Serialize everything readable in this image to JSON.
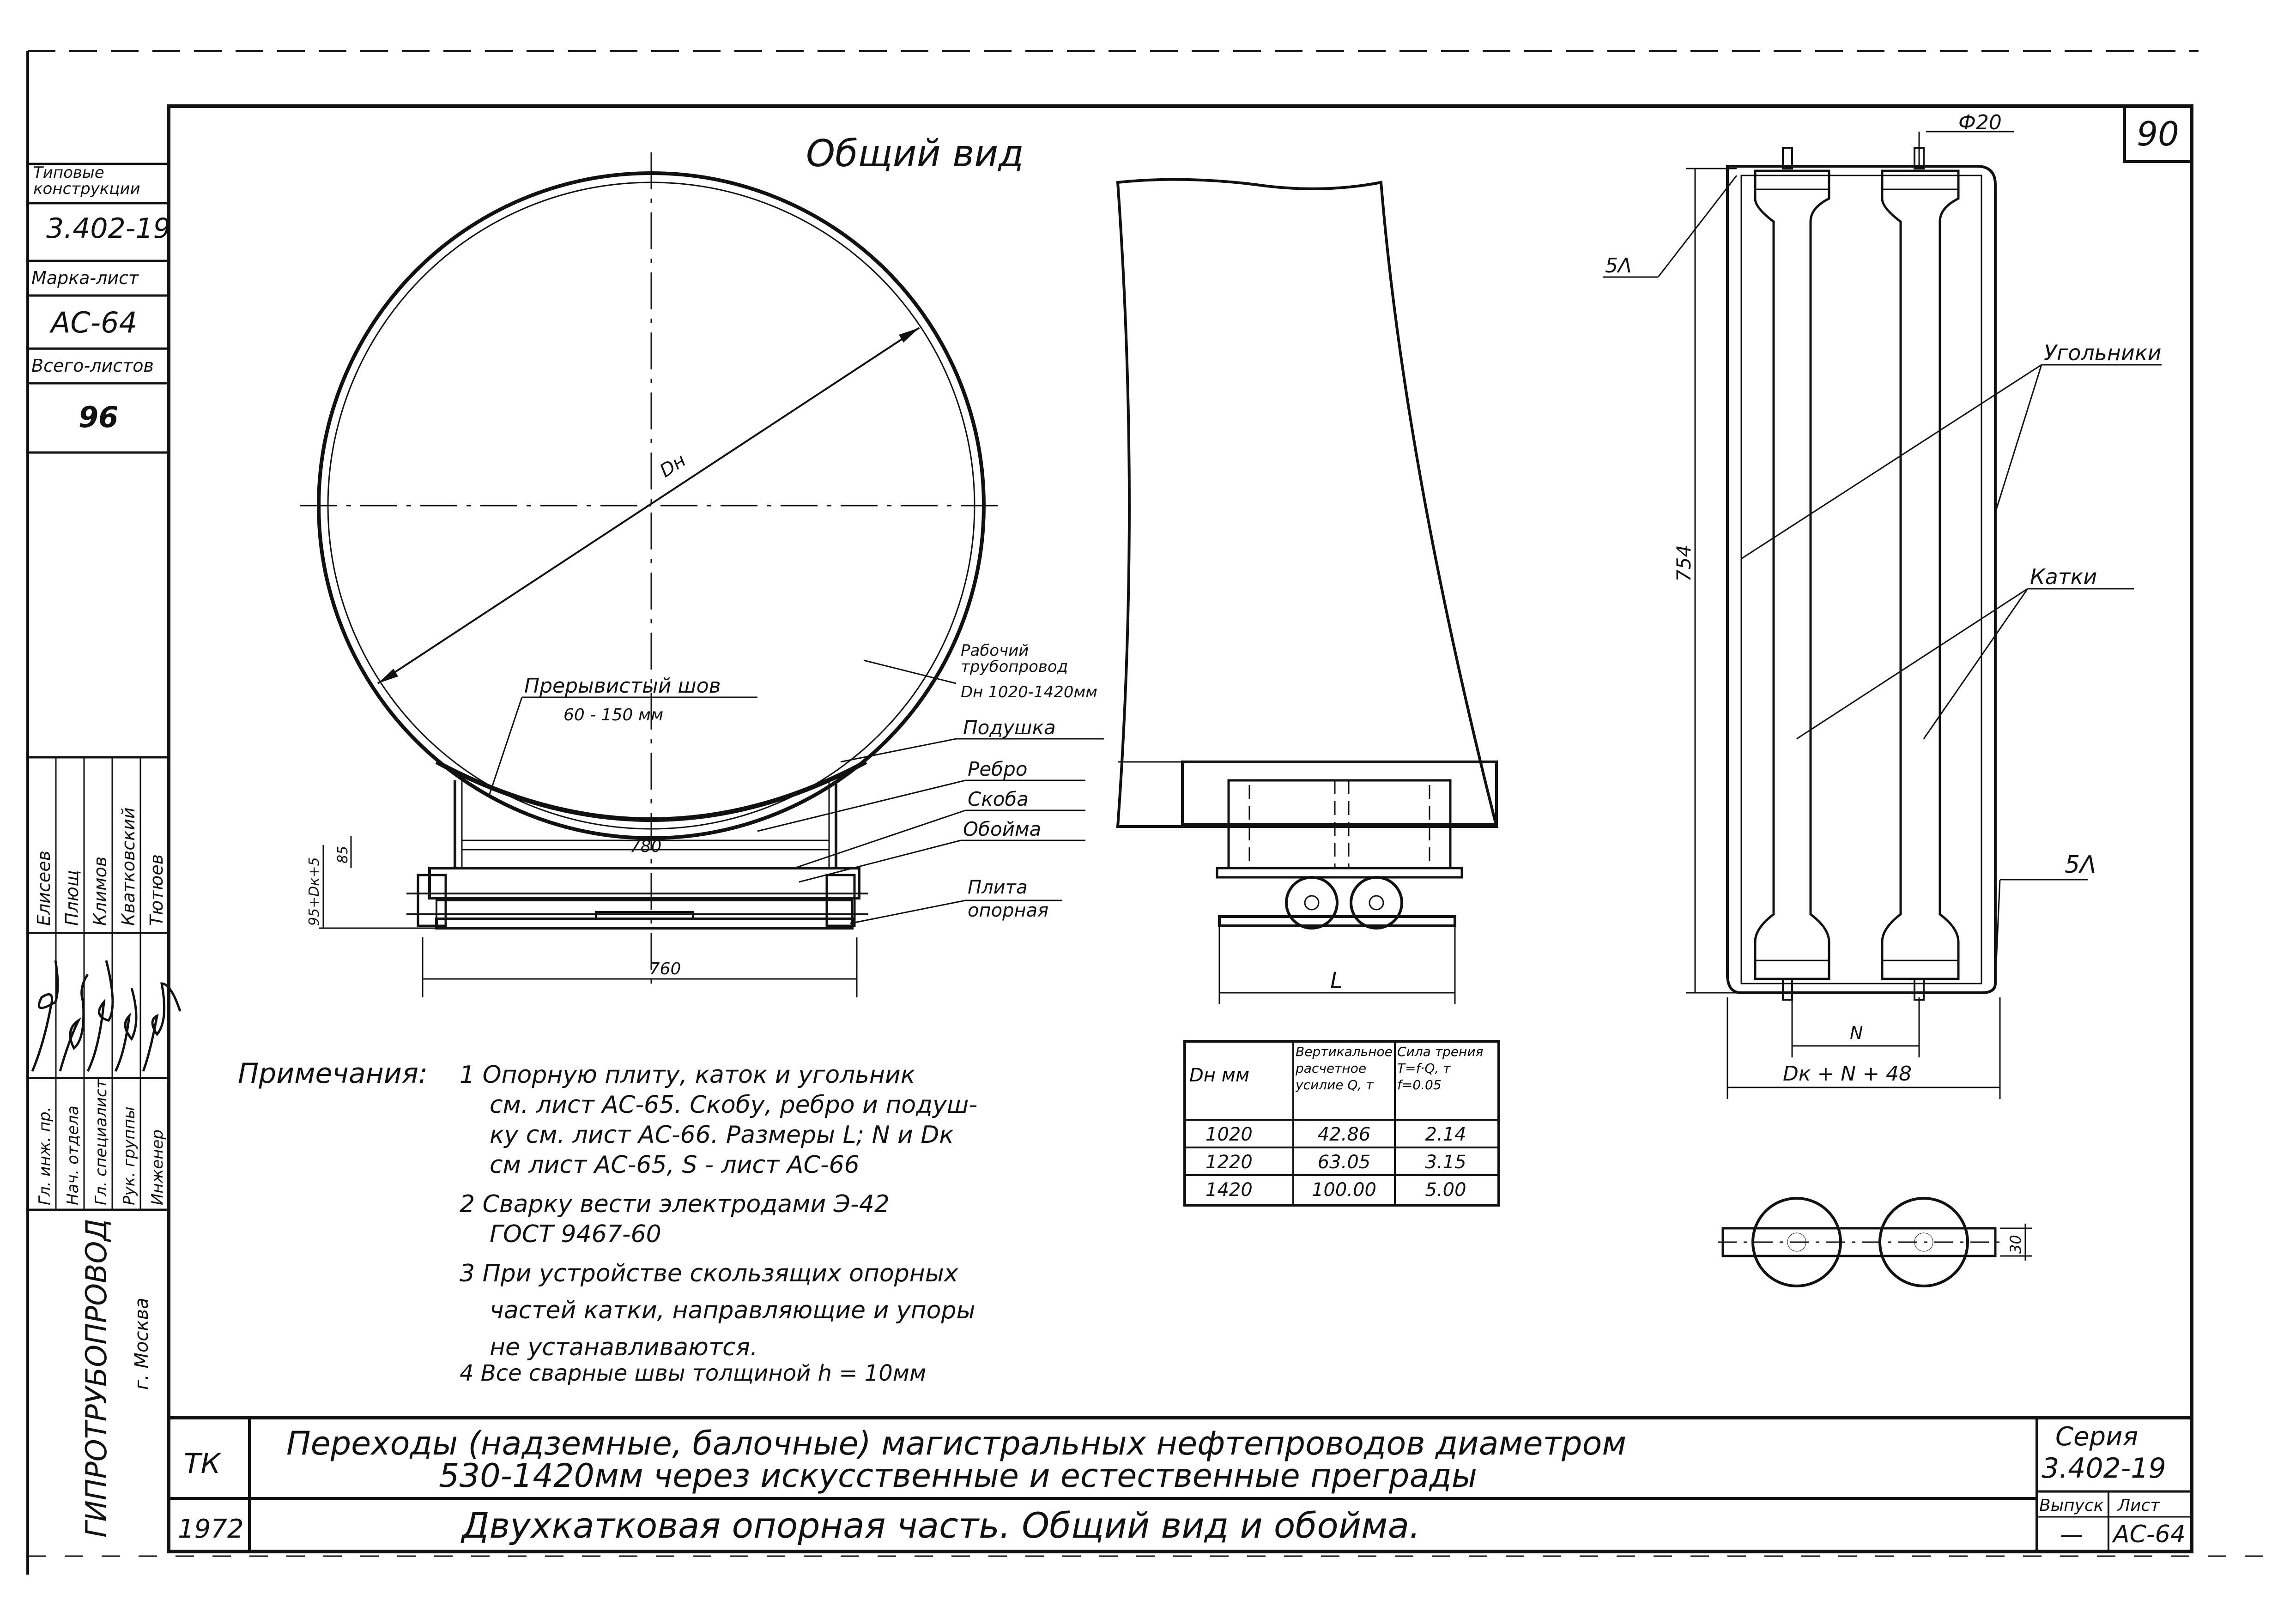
{
  "sheet_number": "90",
  "sidebar": {
    "type_label_1": "Типовые",
    "type_label_2": "конструкции",
    "series_code": "3.402-19",
    "mark_label": "Марка-лист",
    "mark_value": "АС-64",
    "total_label": "Всего-листов",
    "total_value": "96",
    "signers": [
      {
        "role": "Гл. инж. пр.",
        "name": "Елисеев"
      },
      {
        "role": "Нач. отдела",
        "name": "Плющ"
      },
      {
        "role": "Гл. специалист",
        "name": "Климов"
      },
      {
        "role": "Рук. группы",
        "name": "Кватковский"
      },
      {
        "role": "Инженер",
        "name": "Тютюев"
      }
    ],
    "org_name": "ГИПРОТРУБОПРОВОД",
    "city": "г. Москва"
  },
  "view_title": "Общий вид",
  "pipe_labels": {
    "diameter": "Dн",
    "pipeline_1": "Рабочий",
    "pipeline_2": "трубопровод",
    "pipeline_3": "Dн 1020-1420мм",
    "weld_1": "Прерывистый шов",
    "weld_2": "60 - 150 мм",
    "pad": "Подушка",
    "rib": "Ребро",
    "bracket": "Скоба",
    "cage": "Обойма",
    "plate_1": "Плита",
    "plate_2": "опорная",
    "dim_780": "780",
    "dim_760": "760",
    "dim_85": "85",
    "dim_height": "95+Dк+5"
  },
  "side_labels": {
    "dim_L": "L"
  },
  "cage_labels": {
    "phi": "Ф20",
    "angles": "Угольники",
    "rollers": "Катки",
    "weld_top": "5Λ",
    "weld_bottom": "5Λ",
    "height": "754",
    "dim_N": "N",
    "width": "Dк + N + 48",
    "dim_30": "30"
  },
  "table": {
    "headers": [
      "Dн мм",
      "Вертикальное расчетное усилие Q, т",
      "Сила трения T=f·Q, т f=0.05"
    ],
    "rows": [
      [
        "1020",
        "42.86",
        "2.14"
      ],
      [
        "1220",
        "63.05",
        "3.15"
      ],
      [
        "1420",
        "100.00",
        "5.00"
      ]
    ]
  },
  "notes": {
    "heading": "Примечания:",
    "items": [
      "1 Опорную плиту, каток и угольник",
      "см. лист АС-65. Скобу, ребро и подуш-",
      "ку см. лист АС-66. Размеры L; N и Dк",
      "см лист АС-65, S - лист АС-66",
      "2 Сварку вести электродами Э-42",
      "ГОСТ 9467-60",
      "3 При устройстве скользящих опорных",
      "частей катки, направляющие и упоры",
      "не устанавливаются.",
      "4 Все сварные швы толщиной  h = 10мм"
    ]
  },
  "title_block": {
    "code": "ТК",
    "year": "1972",
    "project_line_1": "Переходы  (надземные, балочные)  магистральных  нефтепроводов  диаметром",
    "project_line_2": "530-1420мм через искусственные и естественные  преграды",
    "drawing_title": "Двухкатковая опорная часть. Общий вид и обойма.",
    "series_label": "Серия",
    "series_value": "3.402-19",
    "issue_label": "Выпуск",
    "issue_value": "—",
    "sheet_label": "Лист",
    "sheet_value": "АС-64"
  }
}
